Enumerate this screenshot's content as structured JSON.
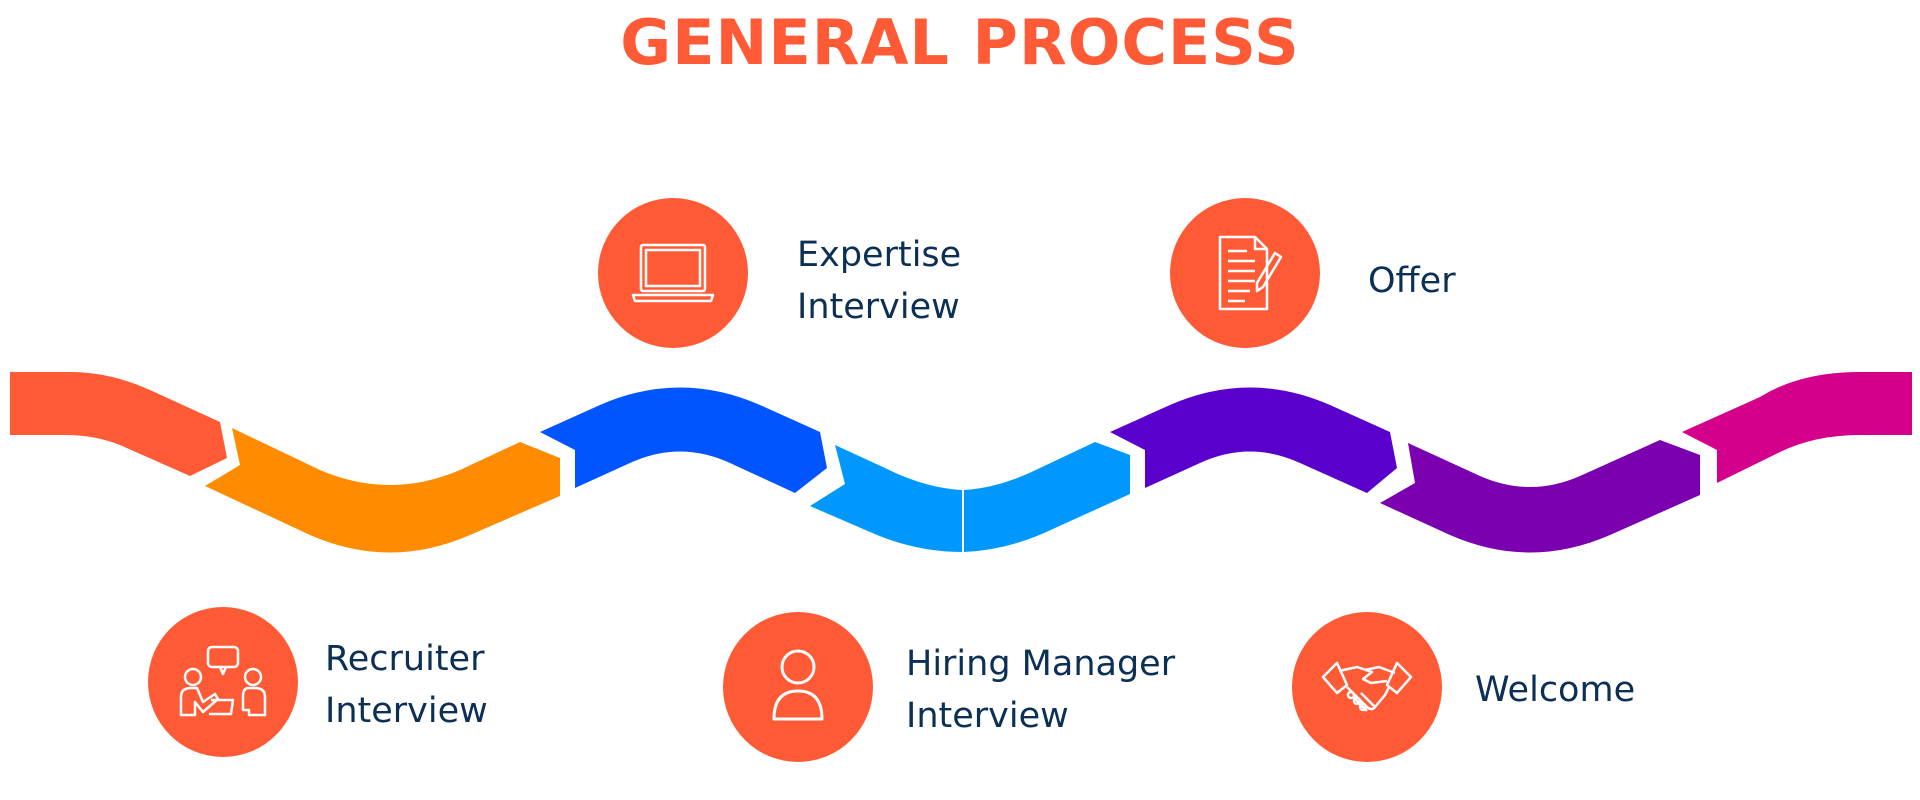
{
  "title": "GENERAL PROCESS",
  "colors": {
    "title": "#ff5a36",
    "circle": "#ff5a36",
    "label_text": "#0b2f55",
    "segments": [
      "#ff5a36",
      "#ff8c00",
      "#0055ff",
      "#0098ff",
      "#5a00cc",
      "#7a00b0",
      "#d4008c"
    ]
  },
  "steps": [
    {
      "icon": "chat-people-icon",
      "lines": [
        "Recruiter",
        "Interview"
      ]
    },
    {
      "icon": "laptop-icon",
      "lines": [
        "Expertise",
        "Interview"
      ]
    },
    {
      "icon": "person-icon",
      "lines": [
        "Hiring Manager",
        "Interview"
      ]
    },
    {
      "icon": "document-pen-icon",
      "lines": [
        "Offer"
      ]
    },
    {
      "icon": "handshake-icon",
      "lines": [
        "Welcome"
      ]
    }
  ]
}
